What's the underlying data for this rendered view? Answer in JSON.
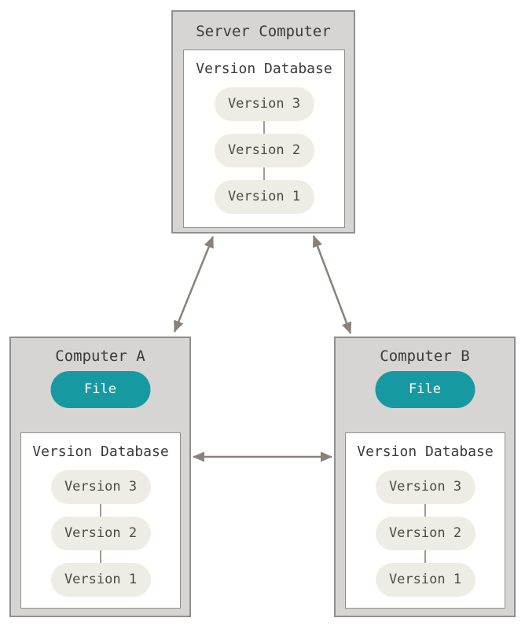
{
  "diagram": {
    "colors": {
      "canvas_bg": "#ffffff",
      "machine_fill": "#d6d5d3",
      "machine_border": "#8f8f8f",
      "inner_fill": "#ffffff",
      "inner_border": "#8f8f8f",
      "pill_fill": "#eeede5",
      "pill_text": "#4a4a48",
      "title_text": "#3b3b3b",
      "file_fill": "#1799a1",
      "file_text": "#ffffff",
      "arrow": "#8a8279",
      "connector": "#a19a91"
    },
    "server": {
      "title": "Server Computer",
      "database": {
        "title": "Version Database",
        "versions": [
          "Version 3",
          "Version 2",
          "Version 1"
        ]
      }
    },
    "computer_a": {
      "title": "Computer A",
      "file_label": "File",
      "database": {
        "title": "Version Database",
        "versions": [
          "Version 3",
          "Version 2",
          "Version 1"
        ]
      }
    },
    "computer_b": {
      "title": "Computer B",
      "file_label": "File",
      "database": {
        "title": "Version Database",
        "versions": [
          "Version 3",
          "Version 2",
          "Version 1"
        ]
      }
    }
  }
}
